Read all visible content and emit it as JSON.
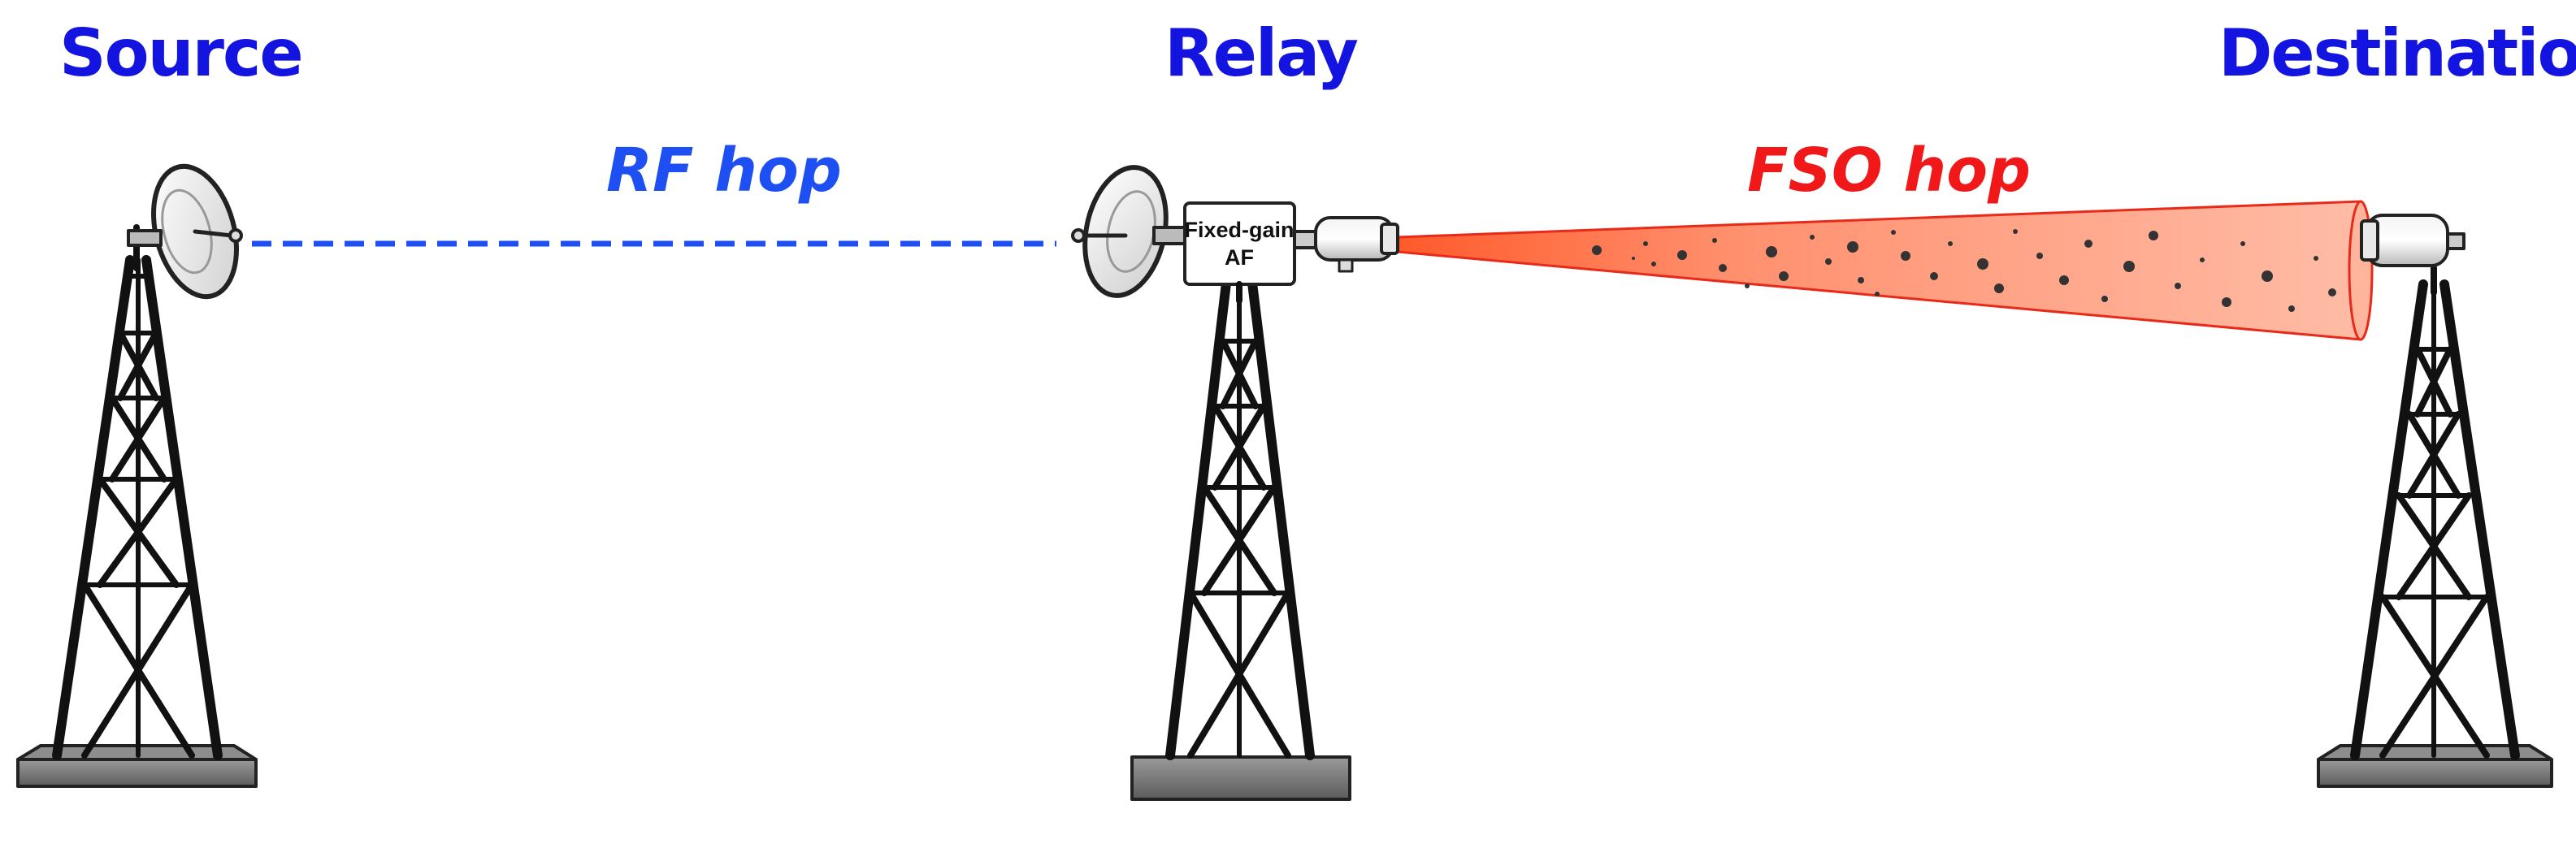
{
  "nodes": {
    "source": {
      "title": "Source"
    },
    "relay": {
      "title": "Relay"
    },
    "destination": {
      "title": "Destination"
    }
  },
  "hops": {
    "rf": {
      "label": "RF hop",
      "color": "#1d4ff2"
    },
    "fso": {
      "label": "FSO hop",
      "color": "#f01818"
    }
  },
  "relay_box": {
    "line1": "Fixed-gain",
    "line2": "AF"
  },
  "colors": {
    "title": "#1414e0",
    "beam_fill": "#ff8a6a",
    "beam_edge": "#e82a1a",
    "structure": "#111111"
  }
}
